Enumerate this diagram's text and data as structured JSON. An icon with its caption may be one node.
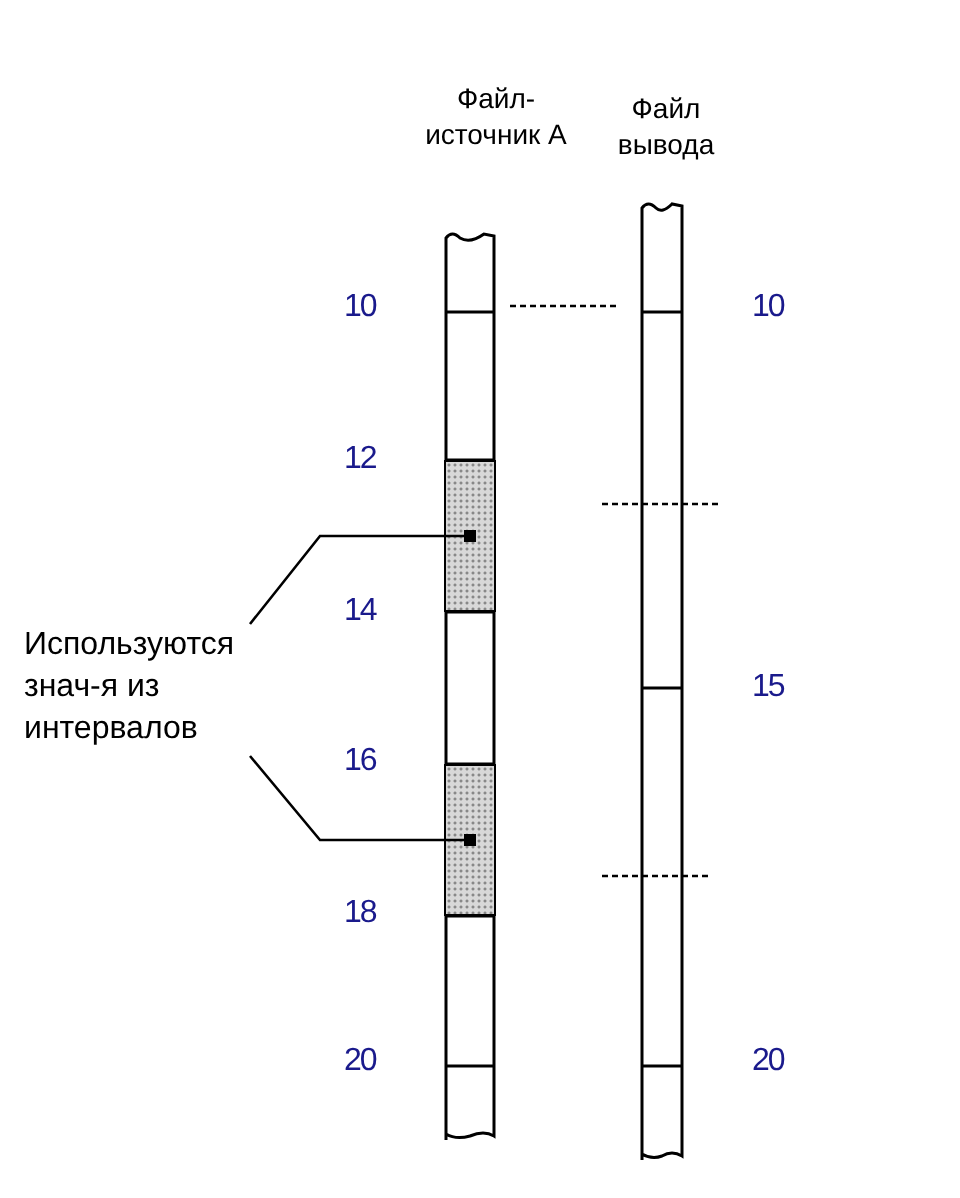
{
  "diagram": {
    "nodes": [
      {
        "text": [
          "Файл-источник А"
        ]
      },
      {
        "text": [
          "Файл вывода"
        ]
      },
      {
        "text": [],
        "shape": "bar",
        "in": 0
      },
      {
        "text": [],
        "shape": "bar",
        "in": 0
      },
      {
        "text": [
          "Используются знач-я из интервалов"
        ]
      }
    ],
    "edges": [
      {
        "from": 4,
        "to": 2,
        "arrow": "other"
      },
      {
        "from": 4,
        "to": 3,
        "arrow": "other"
      }
    ],
    "labels": [
      "10",
      "10",
      "12",
      "14",
      "15",
      "16",
      "18",
      "20",
      "20"
    ]
  }
}
